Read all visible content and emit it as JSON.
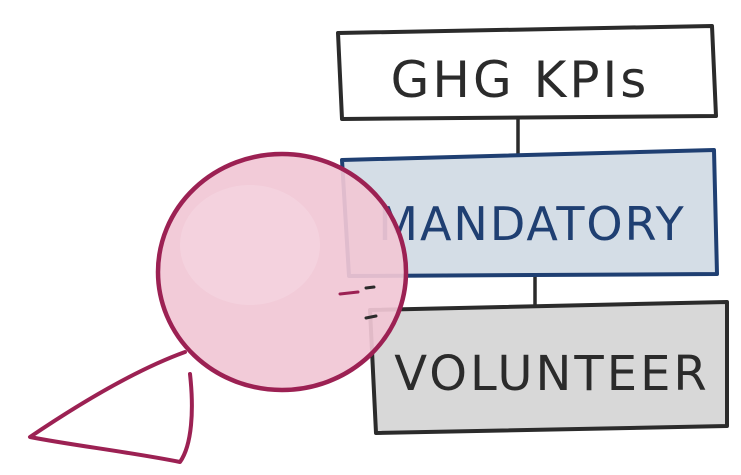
{
  "diagram": {
    "boxes": [
      {
        "id": "top",
        "label": "GHG KPIs",
        "fill": "#ffffff",
        "stroke": "#2b2b2b",
        "text_color": "#2b2b2b"
      },
      {
        "id": "middle",
        "label": "MANDATORY",
        "fill": "#d4dde6",
        "stroke": "#1f3f72",
        "text_color": "#1f3f72"
      },
      {
        "id": "bottom",
        "label": "VOLUNTEER",
        "fill": "#d8d8d8",
        "stroke": "#2b2b2b",
        "text_color": "#2b2b2b"
      }
    ],
    "connectors": [
      {
        "from": "top",
        "to": "middle"
      },
      {
        "from": "middle",
        "to": "bottom"
      }
    ],
    "figure": {
      "description_icon": "person-peeking-icon",
      "head_fill": "#f1c7d5",
      "outline": "#9c2153"
    }
  }
}
